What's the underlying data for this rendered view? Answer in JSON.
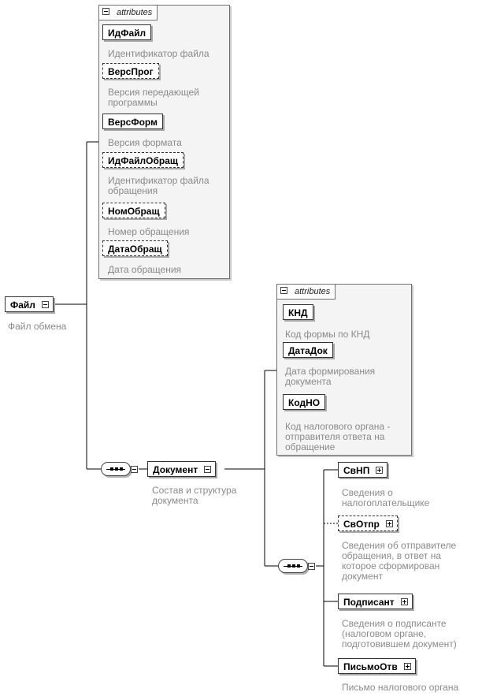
{
  "root": {
    "name": "Файл",
    "description": "Файл обмена"
  },
  "root_attributes": {
    "title": "attributes",
    "items": [
      {
        "name": "ИдФайл",
        "description": "Идентификатор файла"
      },
      {
        "name": "ВерсПрог",
        "description": "Версия передающей\nпрограммы"
      },
      {
        "name": "ВерсФорм",
        "description": "Версия формата"
      },
      {
        "name": "ИдФайлОбращ",
        "description": "Идентификатор файла\nобращения"
      },
      {
        "name": "НомОбращ",
        "description": "Номер обращения"
      },
      {
        "name": "ДатаОбращ",
        "description": "Дата обращения"
      }
    ]
  },
  "document": {
    "name": "Документ",
    "description": "Состав и структура\nдокумента"
  },
  "document_attributes": {
    "title": "attributes",
    "items": [
      {
        "name": "КНД",
        "description": "Код формы по КНД"
      },
      {
        "name": "ДатаДок",
        "description": "Дата формирования\nдокумента"
      },
      {
        "name": "КодНО",
        "description": "Код налогового органа -\nотправителя ответа на\nобращение"
      }
    ]
  },
  "document_children": [
    {
      "name": "СвНП",
      "description": "Сведения о\nналогоплательщике"
    },
    {
      "name": "СвОтпр",
      "description": "Сведения об отправителе\nобращения, в ответ на\nкоторое сформирован\nдокумент"
    },
    {
      "name": "Подписант",
      "description": "Сведения о подписанте\n(налоговом органе,\nподготовившем документ)"
    },
    {
      "name": "ПисьмоОтв",
      "description": "Письмо налогового органа"
    }
  ]
}
